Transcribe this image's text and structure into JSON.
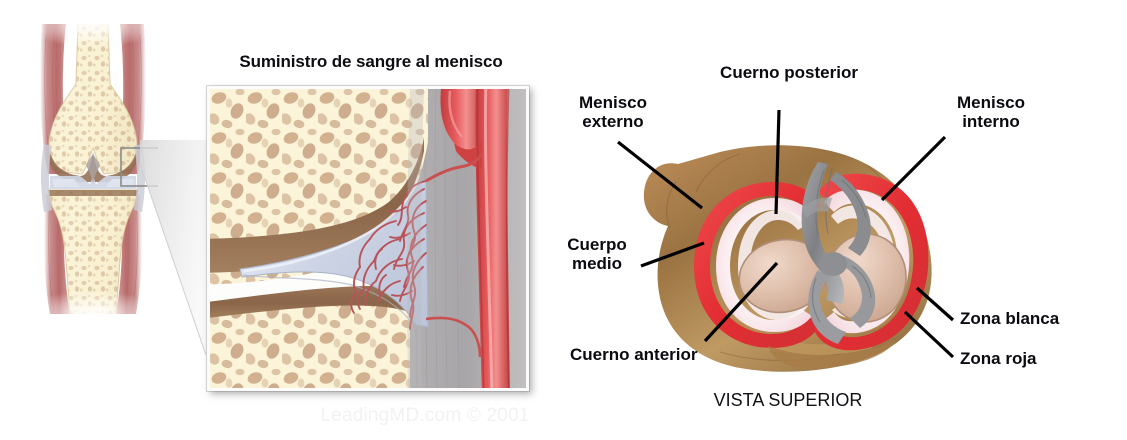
{
  "figure": {
    "detail_title": "Suministro de sangre al menisco",
    "watermark": "LeadingMD.com © 2001",
    "caption_superior_view": "VISTA SUPERIOR"
  },
  "labels": {
    "menisco_externo": "Menisco\nexterno",
    "cuerno_posterior": "Cuerno posterior",
    "menisco_interno": "Menisco\ninterno",
    "cuerpo_medio": "Cuerpo\nmedio",
    "cuerno_anterior": "Cuerno anterior",
    "zona_blanca": "Zona blanca",
    "zona_roja": "Zona roja"
  },
  "colors": {
    "bone_cream": "#faf2d4",
    "bone_marrow_tan": "#c6a280",
    "cartilage_brown": "#937053",
    "meniscus_blue_gray": "#ccd3e4",
    "capillary_red": "#b9565b",
    "vessel_red": "#d8484a",
    "synovium_gray": "#b0adb0",
    "muscle_rose": "#c07a7a",
    "red_zone": "#e8353a",
    "white_zone": "#f7e6ea",
    "peripheral_bone": "#a9784b",
    "ligament_gray": "#8d8f92",
    "label_text": "#0a0a10",
    "watermark_gray": "#f2f2f2",
    "leader_line": "#000000"
  },
  "icons": {
    "magnifier_cone": "magnifier-cone-icon",
    "selection_box": "selection-box-icon"
  }
}
